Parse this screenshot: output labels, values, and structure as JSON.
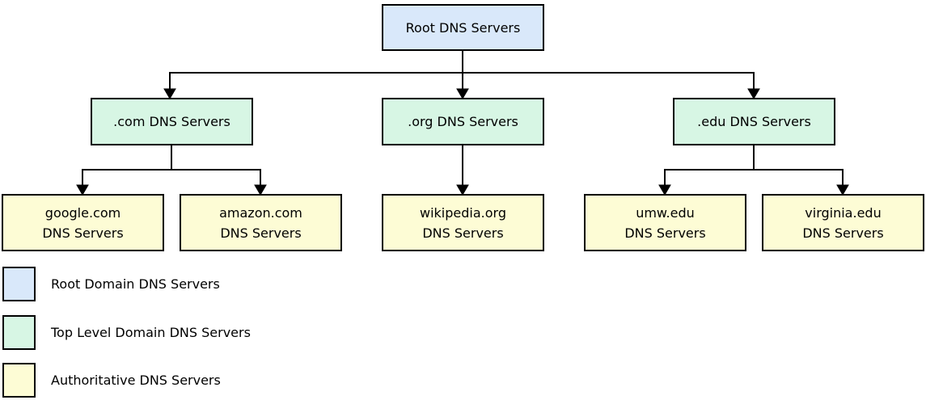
{
  "diagram": {
    "nodes": {
      "root": {
        "label": "Root DNS Servers"
      },
      "com": {
        "label": ".com DNS Servers"
      },
      "org": {
        "label": ".org DNS Servers"
      },
      "edu": {
        "label": ".edu DNS Servers"
      },
      "google": {
        "line1": "google.com",
        "line2": "DNS Servers"
      },
      "amazon": {
        "line1": "amazon.com",
        "line2": "DNS Servers"
      },
      "wikipedia": {
        "line1": "wikipedia.org",
        "line2": "DNS Servers"
      },
      "umw": {
        "line1": "umw.edu",
        "line2": "DNS Servers"
      },
      "virginia": {
        "line1": "virginia.edu",
        "line2": "DNS Servers"
      }
    },
    "edges": [
      {
        "from": "Root DNS Servers",
        "to": ".com DNS Servers"
      },
      {
        "from": "Root DNS Servers",
        "to": ".org DNS Servers"
      },
      {
        "from": "Root DNS Servers",
        "to": ".edu DNS Servers"
      },
      {
        "from": ".com DNS Servers",
        "to": "google.com DNS Servers"
      },
      {
        "from": ".com DNS Servers",
        "to": "amazon.com DNS Servers"
      },
      {
        "from": ".org DNS Servers",
        "to": "wikipedia.org DNS Servers"
      },
      {
        "from": ".edu DNS Servers",
        "to": "umw.edu DNS Servers"
      },
      {
        "from": ".edu DNS Servers",
        "to": "virginia.edu DNS Servers"
      }
    ],
    "colors": {
      "root_fill": "#d9e8fa",
      "tld_fill": "#d7f6e4",
      "authoritative_fill": "#fdfcd5",
      "border": "#000000"
    }
  },
  "legend": {
    "items": [
      {
        "label": "Root Domain DNS Servers",
        "color": "#d9e8fa"
      },
      {
        "label": "Top Level Domain DNS Servers",
        "color": "#d7f6e4"
      },
      {
        "label": "Authoritative DNS Servers",
        "color": "#fdfcd5"
      }
    ]
  }
}
